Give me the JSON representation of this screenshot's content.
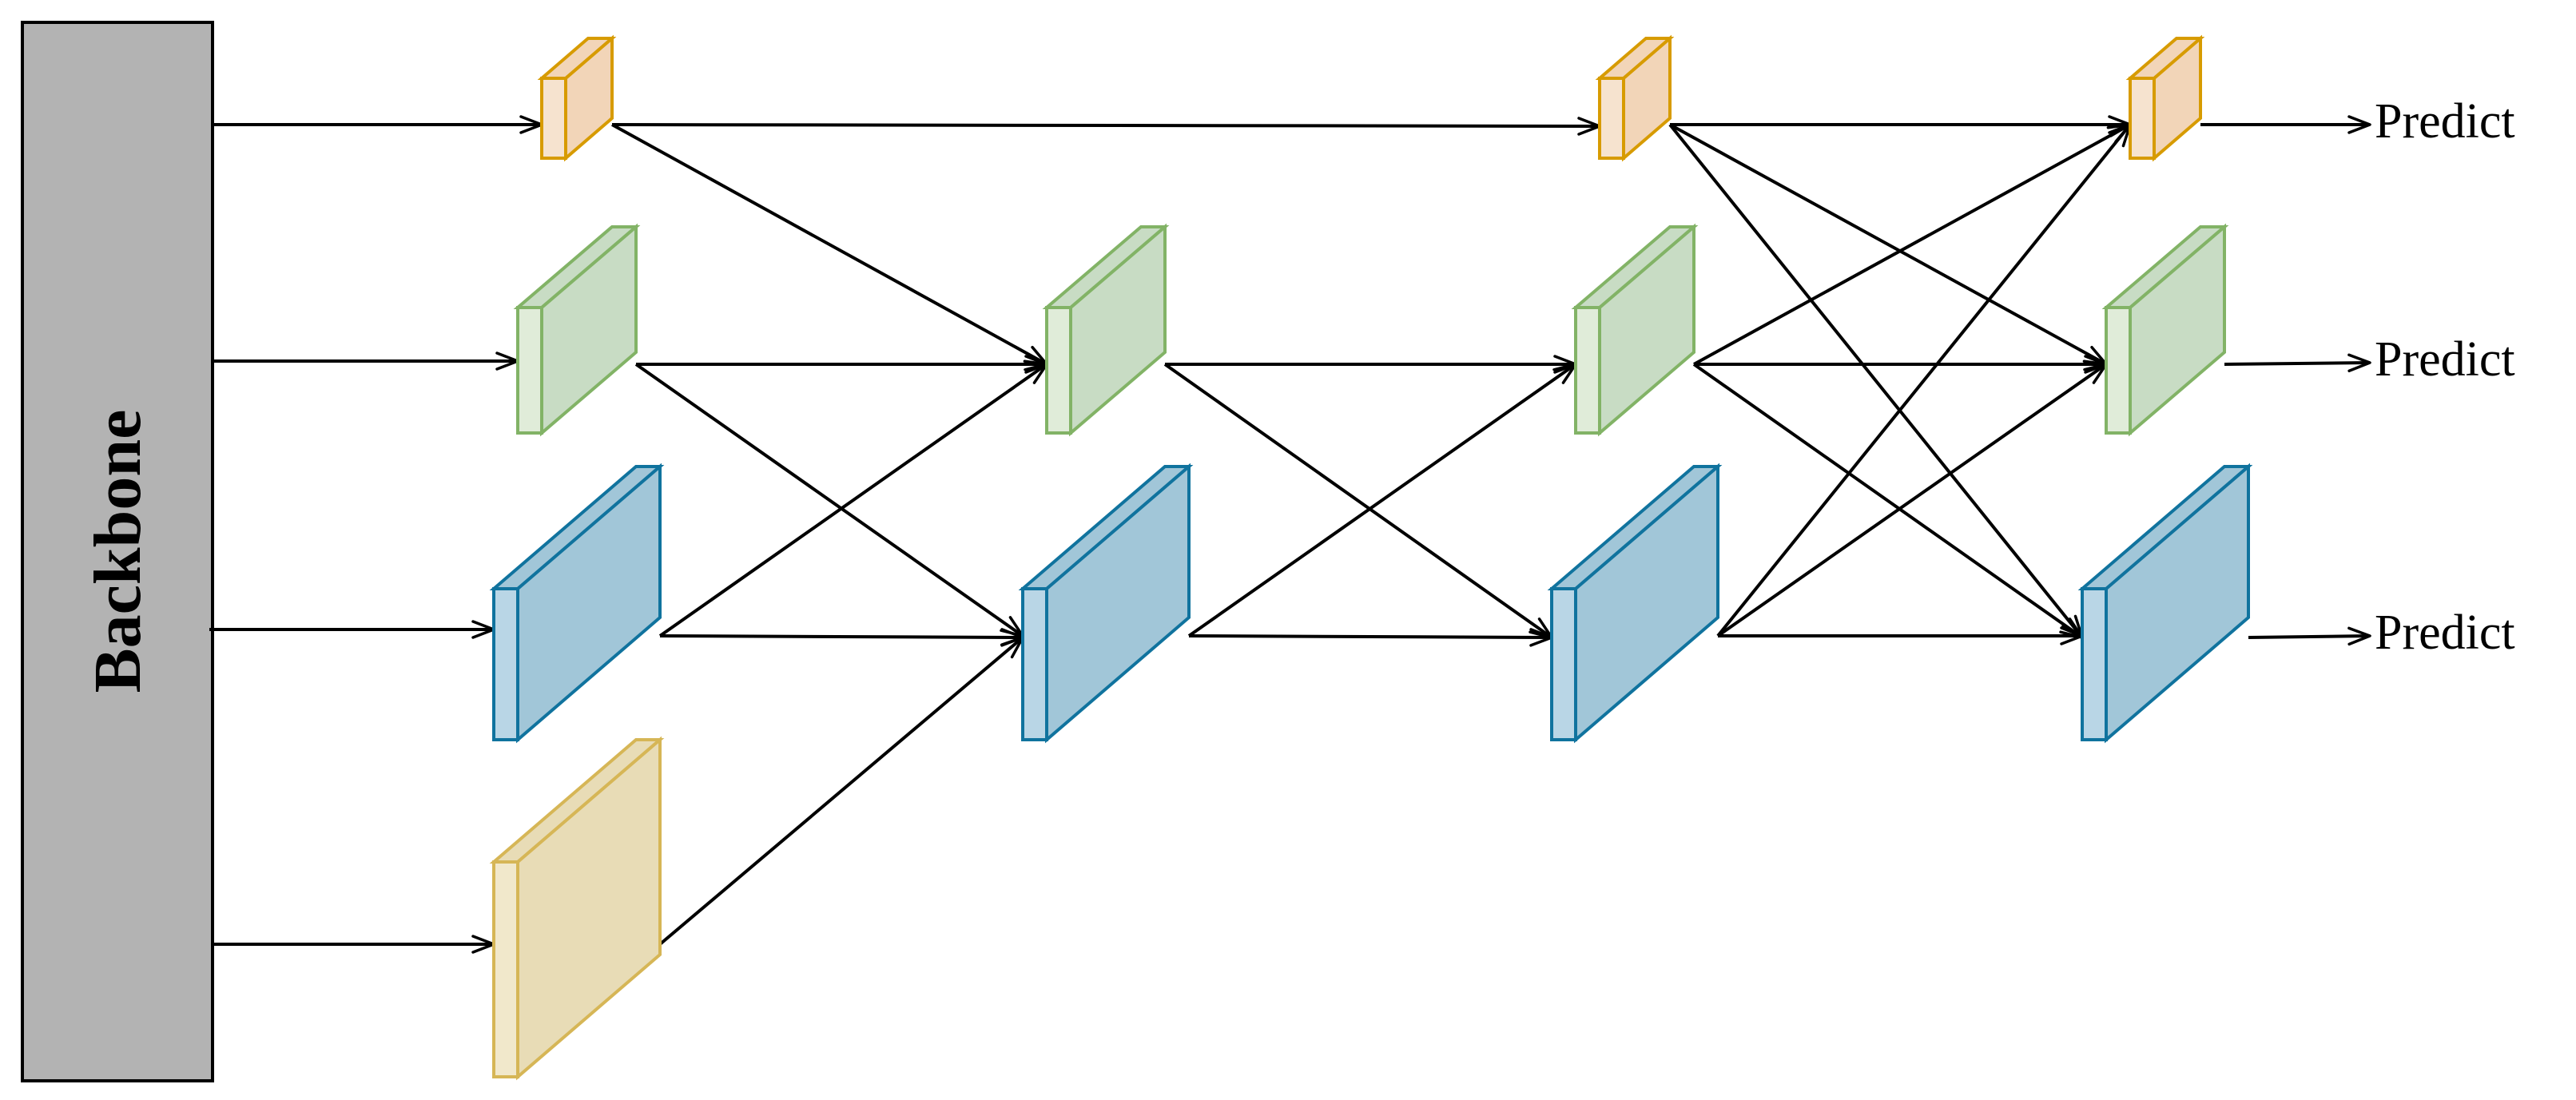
{
  "backbone": {
    "label": "Backbone",
    "fill": "#b3b3b3",
    "stroke": "#000000"
  },
  "outputs": {
    "predict_labels": [
      "Predict",
      "Predict",
      "Predict"
    ]
  },
  "colors": {
    "orange_fill": "#f2d5b8",
    "orange_side": "#f6e3cf",
    "orange_stroke": "#d79b00",
    "green_fill": "#c8dcc4",
    "green_side": "#e0ecd9",
    "green_stroke": "#82b366",
    "blue_fill": "#a1c6d8",
    "blue_side": "#b9d6e6",
    "blue_stroke": "#10739e",
    "yellow_fill": "#e8dcb6",
    "yellow_side": "#f1e8cb",
    "yellow_stroke": "#d6b656",
    "arrow": "#000000"
  }
}
